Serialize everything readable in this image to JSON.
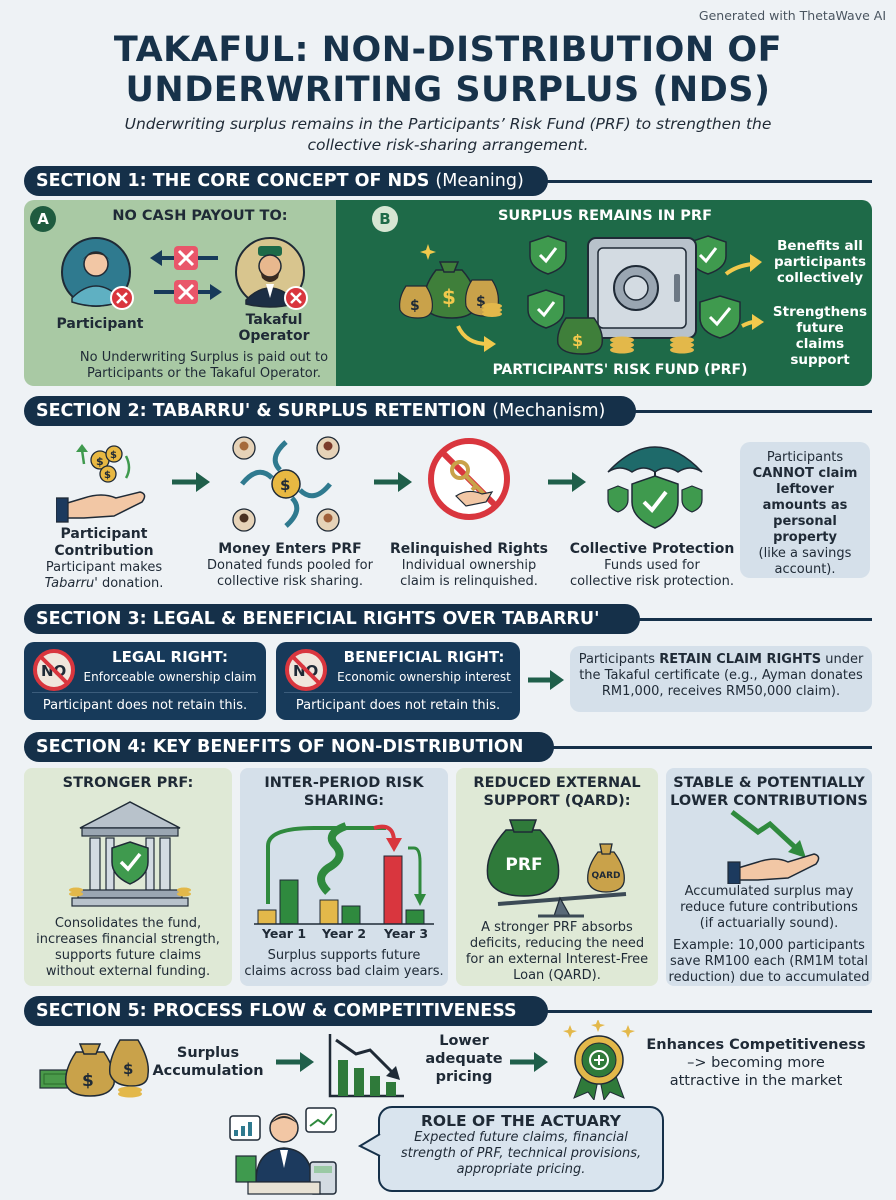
{
  "credit": "Generated with ThetaWave AI",
  "title_line1": "TAKAFUL: NON-DISTRIBUTION OF",
  "title_line2": "UNDERWRITING SURPLUS (NDS)",
  "subtitle_line1": "Underwriting surplus remains in the Participants’ Risk Fund (PRF) to strengthen the",
  "subtitle_line2": "collective risk-sharing arrangement.",
  "colors": {
    "navy": "#153049",
    "dark_green": "#1e6a48",
    "light_green": "#a9c9a4",
    "panel_blue": "#d5e0ea",
    "red_x": "#d9363e"
  },
  "section1": {
    "header": "SECTION 1: THE CORE CONCEPT OF NDS",
    "header_suffix": "(Meaning)",
    "a": {
      "badge": "A",
      "heading": "NO CASH PAYOUT TO:",
      "participant": "Participant",
      "operator_line1": "Takaful",
      "operator_line2": "Operator",
      "desc_line1": "No Underwriting Surplus is paid out to",
      "desc_line2": "Participants or the Takaful Operator."
    },
    "b": {
      "badge": "B",
      "heading": "SURPLUS REMAINS IN PRF",
      "benefit1_line1": "Benefits all",
      "benefit1_line2": "participants",
      "benefit1_line3": "collectively",
      "benefit2_line1": "Strengthens",
      "benefit2_line2": "future claims",
      "benefit2_line3": "support",
      "footer": "PARTICIPANTS' RISK FUND (PRF)"
    }
  },
  "section2": {
    "header": "SECTION 2: TABARRU' & SURPLUS RETENTION",
    "header_suffix": "(Mechanism)",
    "steps": [
      {
        "title_line1": "Participant",
        "title_line2": "Contribution",
        "desc_line1": "Participant makes",
        "desc_line2_em": "Tabarru'",
        "desc_line2_rest": " donation."
      },
      {
        "title_line1": "Money Enters PRF",
        "desc_line1": "Donated funds pooled for",
        "desc_line2": "collective risk sharing."
      },
      {
        "title_line1": "Relinquished Rights",
        "desc_line1": "Individual ownership",
        "desc_line2": "claim is relinquished."
      },
      {
        "title_line1": "Collective Protection",
        "desc_line1": "Funds used for",
        "desc_line2": "collective risk protection."
      }
    ],
    "note": {
      "line1": "Participants",
      "line2_bold": "CANNOT",
      "line2_rest": " claim",
      "line3": "leftover",
      "line4": "amounts as",
      "line5": "personal",
      "line6": "property",
      "line7": "(like a savings",
      "line8": "account)."
    }
  },
  "section3": {
    "header": "SECTION 3: LEGAL & BENEFICIAL RIGHTS OVER TABARRU'",
    "no_icon_text": "NO",
    "legal": {
      "heading": "LEGAL RIGHT:",
      "sub": "Enforceable ownership claim",
      "footer": "Participant does not retain this."
    },
    "beneficial": {
      "heading": "BENEFICIAL RIGHT:",
      "sub": "Economic ownership interest",
      "footer": "Participant does not retain this."
    },
    "note": {
      "line1_pre": "Participants ",
      "line1_bold": "RETAIN CLAIM RIGHTS",
      "line1_post": " under",
      "line2": "the Takaful certificate (e.g., Ayman donates",
      "line3": "RM1,000, receives RM50,000 claim)."
    }
  },
  "section4": {
    "header": "SECTION 4: KEY BENEFITS OF NON-DISTRIBUTION",
    "cards": [
      {
        "title_line1": "STRONGER PRF:",
        "desc_line1": "Consolidates the fund,",
        "desc_line2": "increases financial strength,",
        "desc_line3": "supports future claims",
        "desc_line4": "without external funding."
      },
      {
        "title_line1": "INTER-PERIOD RISK",
        "title_line2": "SHARING:",
        "year1": "Year 1",
        "year2": "Year 2",
        "year3": "Year 3",
        "desc_line1": "Surplus supports future",
        "desc_line2": "claims across bad claim years."
      },
      {
        "title_line1": "REDUCED EXTERNAL",
        "title_line2": "SUPPORT (QARD):",
        "bag_prf": "PRF",
        "bag_qard": "QARD",
        "desc_line1": "A stronger PRF absorbs",
        "desc_line2": "deficits, reducing the need",
        "desc_line3": "for an external Interest-Free",
        "desc_line4": "Loan (QARD)."
      },
      {
        "title_line1": "STABLE & POTENTIALLY",
        "title_line2": "LOWER CONTRIBUTIONS",
        "desc_line1": "Accumulated surplus may",
        "desc_line2": "reduce future contributions",
        "desc_line3": "(if actuarially sound).",
        "desc_line4": "Example: 10,000 participants",
        "desc_line5": "save RM100 each (RM1M total",
        "desc_line6": "reduction) due to accumulated"
      }
    ]
  },
  "section5": {
    "header": "SECTION 5: PROCESS FLOW & COMPETITIVENESS",
    "step1_line1": "Surplus",
    "step1_line2": "Accumulation",
    "step2_line1": "Lower",
    "step2_line2": "adequate",
    "step2_line3": "pricing",
    "step3_line1": "Enhances Competitiveness",
    "step3_line2": "–> becoming more",
    "step3_line3": "attractive in the market",
    "actuary": {
      "heading": "ROLE OF THE ACTUARY",
      "line1": "Expected future claims, financial",
      "line2": "strength of PRF, technical provisions,",
      "line3": "appropriate pricing."
    }
  }
}
